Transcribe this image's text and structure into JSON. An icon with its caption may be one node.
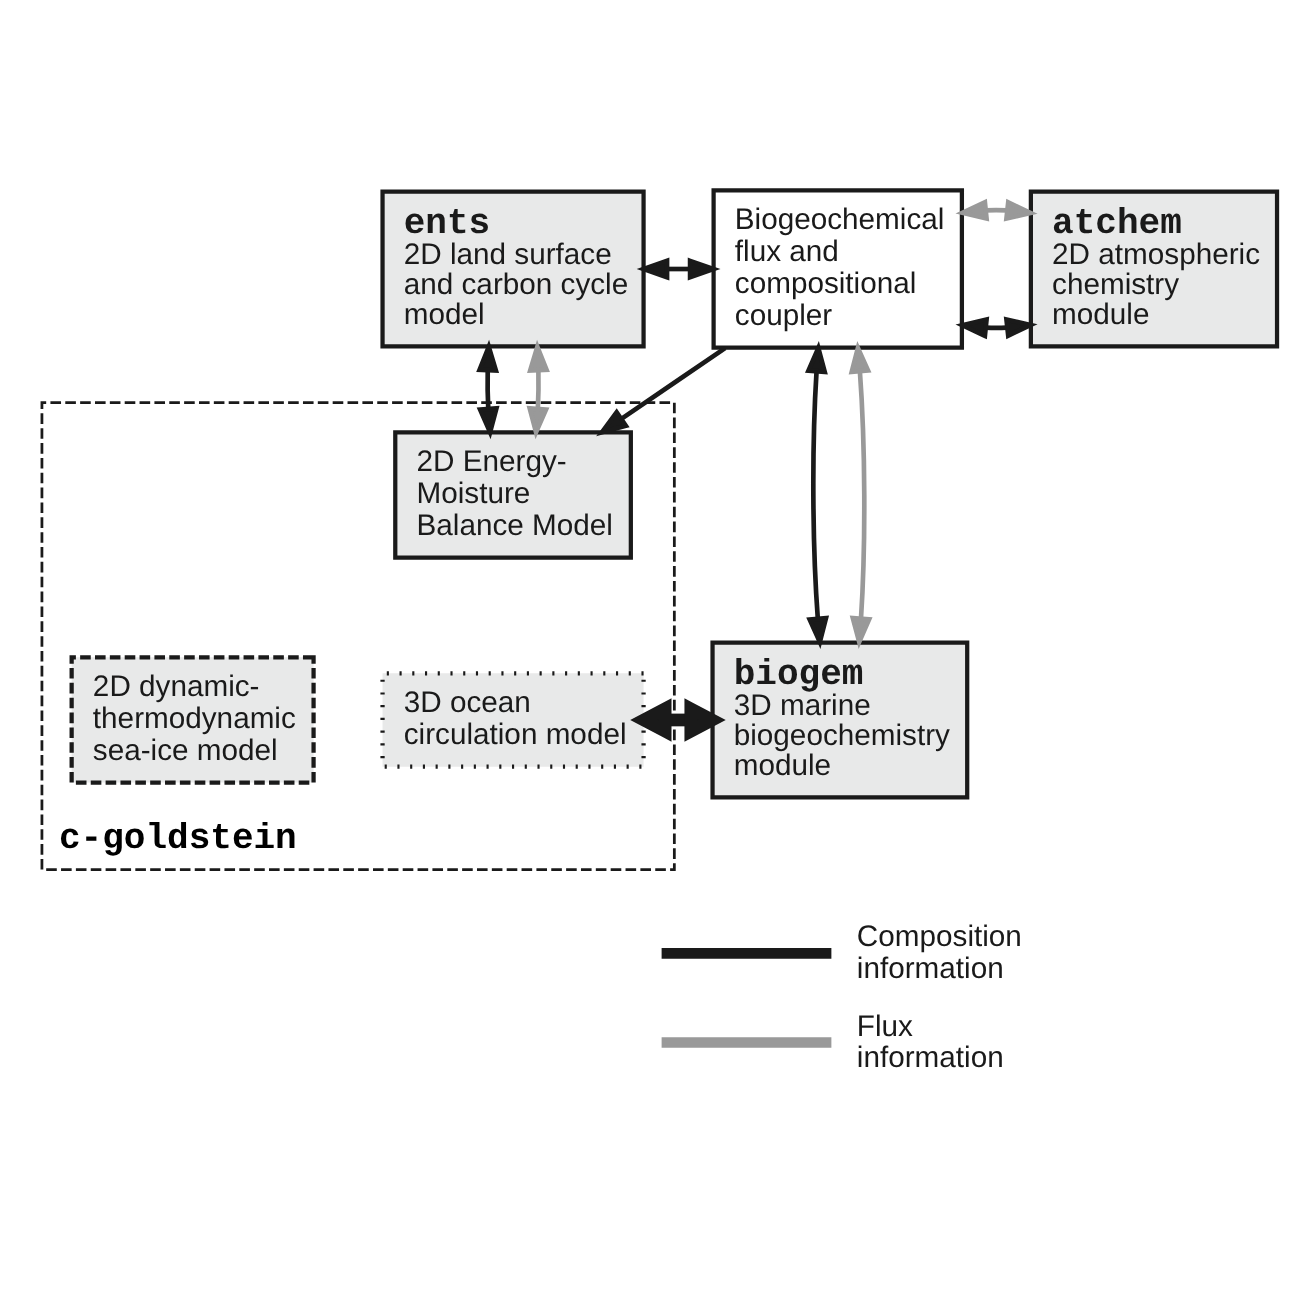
{
  "diagram": {
    "nodes": [
      {
        "text": [
          "ents",
          "2D land surface and carbon cycle model"
        ]
      },
      {
        "text": [
          "Biogeochemical flux and compositional coupler"
        ]
      },
      {
        "text": [
          "atchem",
          "2D atmospheric chemistry module"
        ]
      },
      {
        "text": [
          "c-goldstein"
        ]
      },
      {
        "text": [
          "2D Energy-Moisture Balance Model"
        ],
        "in": 3
      },
      {
        "text": [
          "2D dynamic-thermodynamic sea-ice model"
        ],
        "in": 3
      },
      {
        "text": [
          "3D ocean circulation model"
        ],
        "in": 3
      },
      {
        "text": [
          "biogem",
          "3D marine biogeochemistry module"
        ]
      }
    ],
    "edges": [
      {
        "from": 0,
        "to": 1,
        "arrow": "both"
      },
      {
        "from": 1,
        "to": 2,
        "arrow": "both"
      },
      {
        "from": 1,
        "to": 2,
        "arrow": "both",
        "color": "#999999"
      },
      {
        "from": 0,
        "to": 4,
        "arrow": "both"
      },
      {
        "from": 0,
        "to": 4,
        "arrow": "both",
        "color": "#999999"
      },
      {
        "from": 1,
        "to": 4,
        "arrow": "to"
      },
      {
        "from": 1,
        "to": 7,
        "arrow": "both"
      },
      {
        "from": 1,
        "to": 7,
        "arrow": "both",
        "color": "#999999"
      },
      {
        "from": 6,
        "to": 7,
        "arrow": "both",
        "style": "thick"
      }
    ],
    "legend": [
      {
        "text": "Composition information"
      },
      {
        "text": "Flux information"
      }
    ]
  }
}
